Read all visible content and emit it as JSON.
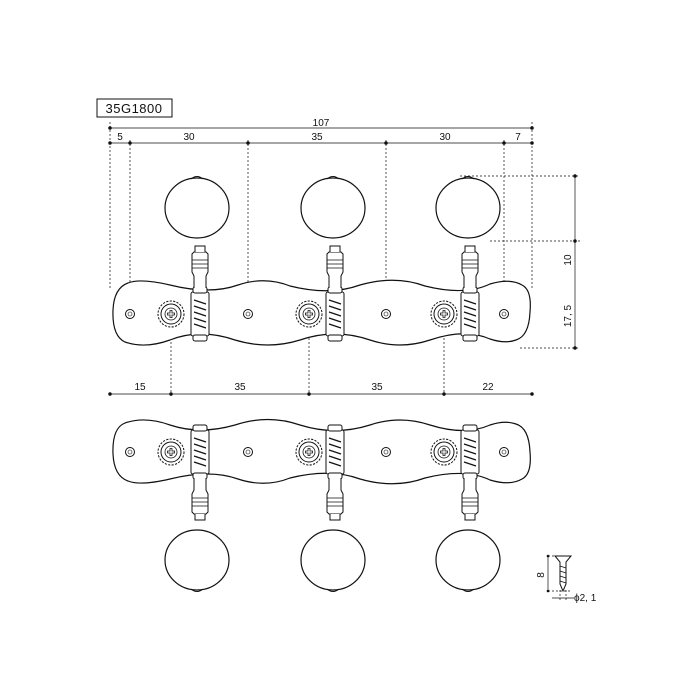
{
  "model_label": "35G1800",
  "top_dimensions": {
    "overall": "107",
    "segments": [
      "5",
      "30",
      "35",
      "30",
      "7"
    ]
  },
  "bottom_dimensions": {
    "segments": [
      "15",
      "35",
      "35",
      "22"
    ]
  },
  "right_dimensions": {
    "upper": "10",
    "lower": "17, 5"
  },
  "screw": {
    "length": "8",
    "diameter": "ϕ2, 1"
  }
}
